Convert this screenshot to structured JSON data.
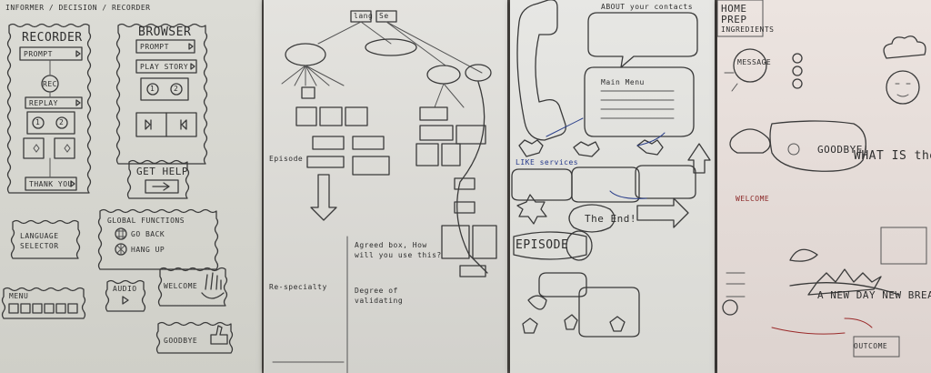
{
  "sheet1": {
    "header": "INFORMER / DECISION / RECORDER",
    "recorder_title": "RECORDER",
    "prompt": "PROMPT",
    "rec": "REC",
    "replay": "REPLAY",
    "btn1": "1",
    "btn2": "2",
    "thank_you": "THANK YOU",
    "browser_title": "BROWSER",
    "browser_prompt": "PROMPT",
    "play_story": "PLAY STORY",
    "get_help": "GET HELP",
    "language_selector": "LANGUAGE SELECTOR",
    "global_functions": "GLOBAL FUNCTIONS",
    "go_back": "GO BACK",
    "hang_up": "HANG UP",
    "audio": "AUDIO",
    "welcome": "WELCOME",
    "menu": "MENU",
    "goodbye": "GOODBYE"
  },
  "sheet2": {
    "top_left": "lang",
    "top_right": "Se",
    "mid_label": "Episode",
    "note_a": "Agreed box, How will you use this?",
    "note_b": "Degree of validating",
    "bottom_left": "Re-specialty"
  },
  "sheet3": {
    "top_note": "ABOUT your contacts",
    "main_menu": "Main Menu",
    "episode": "EPISODE",
    "the_end": "The End!",
    "like_services": "LIKE services"
  },
  "sheet4": {
    "home": "HOME",
    "prep": "PREP",
    "ingredients": "INGREDIENTS",
    "message": "MESSAGE",
    "goodbye": "GOODBYE!",
    "what_is": "WHAT IS the PLAN",
    "welcome": "WELCOME",
    "a_new_day": "A NEW DAY NEW BREAKFAST!",
    "outcome": "OUTCOME"
  }
}
